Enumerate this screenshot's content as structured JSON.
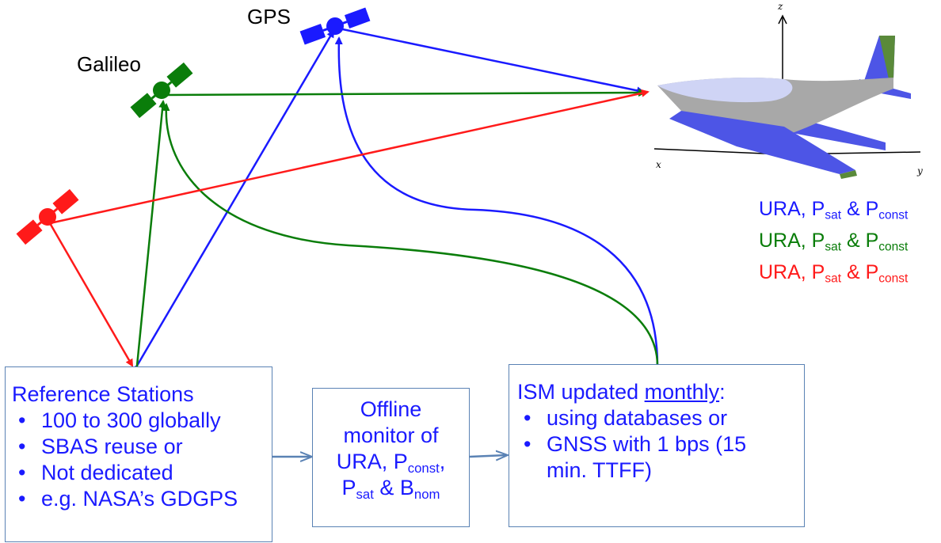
{
  "satellites": {
    "gps_label": "GPS",
    "galileo_label": "Galileo"
  },
  "aircraft": {
    "axis_z": "z",
    "axis_x": "x",
    "axis_y": "y"
  },
  "broadcast_rows": [
    {
      "a": "URA, P",
      "b": "sat",
      "c": " & P",
      "d": "const",
      "color": "#1a1aff"
    },
    {
      "a": "URA, P",
      "b": "sat",
      "c": " & P",
      "d": "const",
      "color": "#0a7d0a"
    },
    {
      "a": "URA, P",
      "b": "sat",
      "c": " & P",
      "d": "const",
      "color": "#ff1a1a"
    }
  ],
  "reference_box": {
    "title": "Reference Stations",
    "items": [
      "100 to 300 globally",
      "SBAS reuse or",
      "Not dedicated",
      "e.g. NASA’s GDGPS"
    ]
  },
  "offline_box": {
    "line1": "Offline",
    "line2": "monitor of",
    "line3a": "URA, P",
    "line3b": "const",
    "line3c": ",",
    "line4a": "P",
    "line4b": "sat",
    "line4c": " & B",
    "line4d": "nom"
  },
  "ism_box": {
    "title_prefix": "ISM updated ",
    "title_underlined": "monthly",
    "title_suffix": ":",
    "items": [
      "using databases or",
      "GNSS with 1 bps (15",
      "min. TTFF)"
    ]
  },
  "colors": {
    "gps": "#1a1aff",
    "galileo": "#0a7d0a",
    "third": "#ff1a1a",
    "box_border": "#5a82b4",
    "flow_arrow": "#5a82b4"
  }
}
